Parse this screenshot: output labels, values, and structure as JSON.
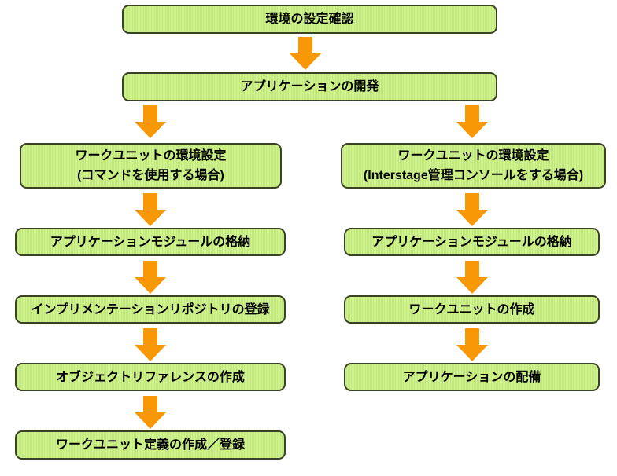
{
  "diagram": {
    "title": "workunit-setup-flowchart",
    "top": {
      "box1": {
        "label": "環境の設定確認"
      },
      "box2": {
        "label": "アプリケーションの開発"
      }
    },
    "left_column": {
      "boxes": [
        {
          "line1": "ワークユニットの環境設定",
          "line2": "(コマンドを使用する場合)"
        },
        {
          "label": "アプリケーションモジュールの格納"
        },
        {
          "label": "インプリメンテーションリポジトリの登録"
        },
        {
          "label": "オブジェクトリファレンスの作成"
        },
        {
          "label": "ワークユニット定義の作成／登録"
        }
      ]
    },
    "right_column": {
      "boxes": [
        {
          "line1": "ワークユニットの環境設定",
          "line2": "(Interstage管理コンソールをする場合)"
        },
        {
          "label": "アプリケーションモジュールの格納"
        },
        {
          "label": "ワークユニットの作成"
        },
        {
          "label": "アプリケーションの配備"
        }
      ]
    },
    "colors": {
      "box_fill": "#c8ee86",
      "box_fill_stripe_light": "#cff194",
      "box_fill_stripe_dark": "#c2ea78",
      "box_border": "#3a4226",
      "arrow": "#f99806",
      "text": "#000000",
      "background": "#ffffff"
    }
  }
}
